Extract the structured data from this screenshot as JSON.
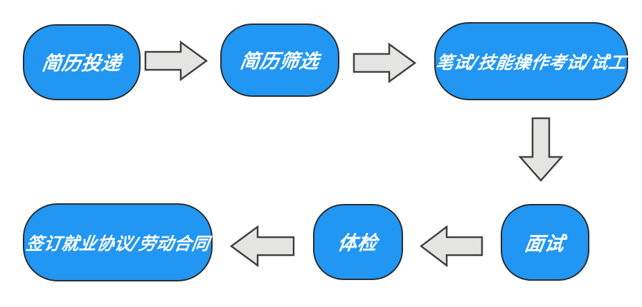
{
  "flowchart": {
    "colors": {
      "background": "#ffffff",
      "node_fill": "#2196f3",
      "node_border": "#2b2b2b",
      "node_text": "#ffffff",
      "arrow_fill": "#e4e4e2",
      "arrow_border": "#3f3f3f"
    },
    "nodes": [
      {
        "id": "resume-submission",
        "label": "简历投递"
      },
      {
        "id": "resume-screening",
        "label": "简历筛选"
      },
      {
        "id": "written-skill-test",
        "label": "笔试/技能操作考试/试工"
      },
      {
        "id": "interview",
        "label": "面试"
      },
      {
        "id": "physical-exam",
        "label": "体检"
      },
      {
        "id": "sign-agreement",
        "label": "签订就业协议/劳动合同"
      }
    ],
    "flow": [
      {
        "from": "简历投递",
        "to": "简历筛选",
        "direction": "right"
      },
      {
        "from": "简历筛选",
        "to": "笔试/技能操作考试/试工",
        "direction": "right"
      },
      {
        "from": "笔试/技能操作考试/试工",
        "to": "面试",
        "direction": "down"
      },
      {
        "from": "面试",
        "to": "体检",
        "direction": "left"
      },
      {
        "from": "体检",
        "to": "签订就业协议/劳动合同",
        "direction": "left"
      }
    ]
  }
}
